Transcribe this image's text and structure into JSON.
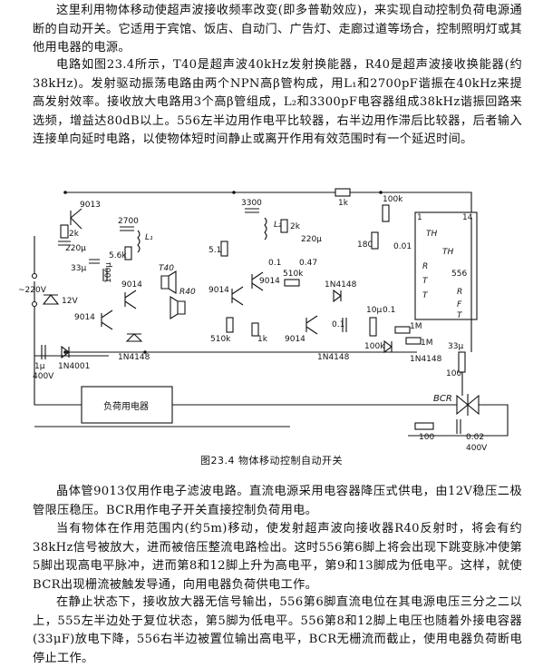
{
  "paragraphs": {
    "p1": "这里利用物体移动使超声波接收频率改变(即多普勒效应)，来实现自动控制负荷电源通断的自动开关。它适用于宾馆、饭店、自动门、广告灯、走廊过道等场合，控制照明灯或其他用电器的电源。",
    "p2": "电路如图23.4所示，T40是超声波40kHz发射换能器，R40是超声波接收换能器(约38kHz)。发射驱动振荡电路由两个NPN高β管构成，用L₁和2700pF谐振在40kHz来提高发射效率。接收放大电路用3个高β管组成，L₂和3300pF电容器组成38kHz谐振回路来选频，增益达80dB以上。556左半边用作电平比较器，右半边用作滞后比较器，后者输入连接单向延时电路，以使物体短时间静止或离开作用有效范围时有一个延迟时间。",
    "p3": "晶体管9013仅用作电子滤波电路。直流电源采用电容器降压式供电，由12V稳压二极管限压稳压。BCR用作电子开关直接控制负荷用电。",
    "p4": "当有物体在作用范围内(约5m)移动，使发射超声波向接收器R40反射时，将会有约38kHz信号被放大，进而被倍压整流电路检出。这时556第6脚上将会出现下跳变脉冲使第5脚出现高电平脉冲，进而第8和12脚上升为高电平，第9和13脚成为低电平。这样，就使BCR出现栅流被触发导通，向用电器负荷供电工作。",
    "p5": "在静止状态下，接收放大器无信号输出，556第6脚直流电位在其电源电压三分之二以上，555左半边处于复位状态，第5脚为低电平。556第8和12脚上电压也随着外接电容器(33μF)放电下降，556右半边被置位输出高电平，BCR无栅流而截止，使用电器负荷断电停止工作。"
  },
  "figure": {
    "caption": "图23.4  物体移动控制自动开关",
    "labels": {
      "t9013": "9013",
      "r2k_a": "2k",
      "c220_a": "220μ",
      "c33": "33μ",
      "c100": "100μ",
      "vin": "~220V",
      "z12v": "12V",
      "c2700": "2700",
      "l1": "L₁",
      "r56k": "5.6k",
      "t40": "T40",
      "q9014_a": "9014",
      "q9014_b": "9014",
      "r40": "R40",
      "d1n4148_a": "1N4148",
      "c1u": "1μ",
      "v400_a": "400V",
      "d1n4001": "1N4001",
      "c3300": "3300",
      "l2": "L₂",
      "r2k_b": "2k",
      "c220_b": "220μ",
      "r51k_a": "5.1k",
      "q9014_c": "9014",
      "q9014_d": "9014",
      "r510k_a": "510k",
      "r1k_a": "1k",
      "c01_a": "0.1",
      "c047": "0.47",
      "r510k_b": "510k",
      "d1n4148_b": "1N4148",
      "q9014_e": "9014",
      "c01_b": "0.1",
      "d1n4148_c": "1N4148",
      "r1k_b": "1k",
      "r100k_a": "100k",
      "r180k": "180k",
      "c001": "0.01",
      "c10u": "10μ",
      "c01_c": "0.1",
      "r100k_b": "100k",
      "r1m_a": "1M",
      "r1m_b": "1M",
      "c33_b": "33μ",
      "d1n4148_d": "1N4148",
      "ic556": "556",
      "th1": "TH",
      "tr1": "T",
      "r_reset": "R",
      "tr1b": "T",
      "th2": "TH",
      "r2": "R",
      "f2": "F",
      "t2": "T",
      "pin14": "14",
      "pin1": "1",
      "load": "负荷用电器",
      "bcr": "BCR",
      "r100_a": "100",
      "r100_b": "100",
      "c002": "0.02",
      "v400_b": "400V"
    }
  }
}
